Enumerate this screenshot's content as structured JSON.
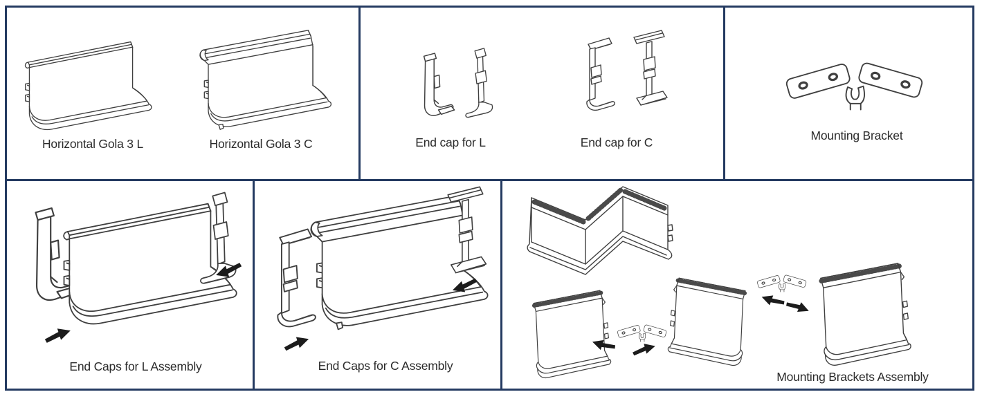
{
  "sheet": {
    "type": "product-line-drawing-catalog",
    "colors": {
      "frame": "#243a61",
      "line_art": "#3f3f3f",
      "text": "#2b2b2b"
    }
  },
  "labels": {
    "gola_l": "Horizontal Gola 3 L",
    "gola_c": "Horizontal Gola 3 C",
    "endcap_l": "End cap for L",
    "endcap_c": "End cap for C",
    "mounting_bracket": "Mounting Bracket",
    "assembly_l": "End Caps for L Assembly",
    "assembly_c": "End Caps for C Assembly",
    "assembly_brackets": "Mounting Brackets Assembly"
  }
}
